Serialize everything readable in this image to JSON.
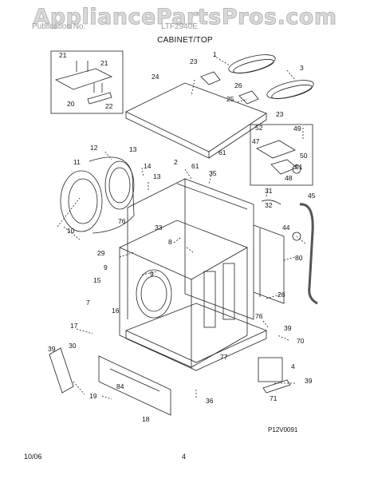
{
  "header": {
    "watermark": "AppliancePartsPros.com",
    "publication_label": "Publication No.",
    "model_label": "LTF2940E",
    "section_title": "CABINET/TOP"
  },
  "diagram": {
    "code": "P12V0091",
    "callouts": [
      "1",
      "2",
      "3",
      "4",
      "7",
      "8",
      "9",
      "10",
      "11",
      "12",
      "13",
      "13",
      "14",
      "15",
      "16",
      "17",
      "18",
      "19",
      "20",
      "21",
      "21",
      "22",
      "23",
      "23",
      "24",
      "25",
      "26",
      "28",
      "29",
      "30",
      "31",
      "32",
      "33",
      "35",
      "36",
      "39",
      "39",
      "39",
      "44",
      "45",
      "47",
      "48",
      "49",
      "50",
      "51",
      "52",
      "61",
      "61",
      "70",
      "71",
      "76",
      "76",
      "77",
      "80",
      "84",
      "9"
    ]
  },
  "footer": {
    "date": "10/06",
    "page": "4"
  }
}
